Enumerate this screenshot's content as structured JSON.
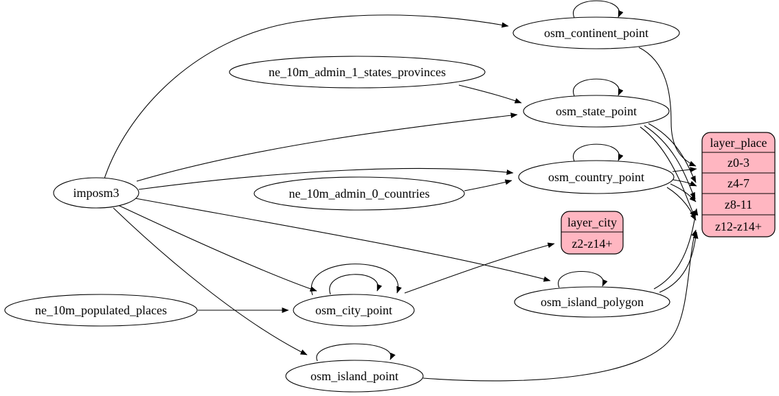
{
  "diagram": {
    "kind": "graphviz-etl-graph",
    "background_color": "#ffffff",
    "node_fill_color": "#ffffff",
    "record_fill_color": "#ffb6c1",
    "edge_color": "#000000"
  },
  "nodes": {
    "imposm3": {
      "label": "imposm3"
    },
    "ne_10m_admin_1_states_provinces": {
      "label": "ne_10m_admin_1_states_provinces"
    },
    "ne_10m_admin_0_countries": {
      "label": "ne_10m_admin_0_countries"
    },
    "ne_10m_populated_places": {
      "label": "ne_10m_populated_places"
    },
    "osm_continent_point": {
      "label": "osm_continent_point"
    },
    "osm_state_point": {
      "label": "osm_state_point"
    },
    "osm_country_point": {
      "label": "osm_country_point"
    },
    "osm_city_point": {
      "label": "osm_city_point"
    },
    "osm_island_polygon": {
      "label": "osm_island_polygon"
    },
    "osm_island_point": {
      "label": "osm_island_point"
    }
  },
  "records": {
    "layer_city": {
      "title": "layer_city",
      "rows": [
        "z2-z14+"
      ]
    },
    "layer_place": {
      "title": "layer_place",
      "rows": [
        "z0-3",
        "z4-7",
        "z8-11",
        "z12-z14+"
      ]
    }
  },
  "edges": [
    {
      "from": "imposm3",
      "to": "osm_continent_point"
    },
    {
      "from": "imposm3",
      "to": "osm_state_point"
    },
    {
      "from": "imposm3",
      "to": "osm_country_point"
    },
    {
      "from": "imposm3",
      "to": "osm_city_point"
    },
    {
      "from": "imposm3",
      "to": "osm_island_polygon"
    },
    {
      "from": "imposm3",
      "to": "osm_island_point"
    },
    {
      "from": "ne_10m_admin_1_states_provinces",
      "to": "osm_state_point"
    },
    {
      "from": "ne_10m_admin_0_countries",
      "to": "osm_country_point"
    },
    {
      "from": "ne_10m_populated_places",
      "to": "osm_city_point"
    },
    {
      "from": "osm_continent_point",
      "to": "osm_continent_point"
    },
    {
      "from": "osm_state_point",
      "to": "osm_state_point"
    },
    {
      "from": "osm_country_point",
      "to": "osm_country_point"
    },
    {
      "from": "osm_city_point",
      "to": "osm_city_point"
    },
    {
      "from": "osm_city_point",
      "to": "osm_city_point"
    },
    {
      "from": "osm_island_polygon",
      "to": "osm_island_polygon"
    },
    {
      "from": "osm_island_point",
      "to": "osm_island_point"
    },
    {
      "from": "osm_continent_point",
      "to": "layer_place.z0-3"
    },
    {
      "from": "osm_country_point",
      "to": "layer_place.z0-3"
    },
    {
      "from": "osm_country_point",
      "to": "layer_place.z4-7"
    },
    {
      "from": "osm_country_point",
      "to": "layer_place.z8-11"
    },
    {
      "from": "osm_country_point",
      "to": "layer_place.z12-z14+"
    },
    {
      "from": "osm_state_point",
      "to": "layer_place.z4-7"
    },
    {
      "from": "osm_state_point",
      "to": "layer_place.z8-11"
    },
    {
      "from": "osm_state_point",
      "to": "layer_place.z12-z14+"
    },
    {
      "from": "osm_island_polygon",
      "to": "layer_place.z8-11"
    },
    {
      "from": "osm_island_polygon",
      "to": "layer_place.z12-z14+"
    },
    {
      "from": "osm_island_point",
      "to": "layer_place.z12-z14+"
    },
    {
      "from": "osm_city_point",
      "to": "layer_city.z2-z14+"
    }
  ]
}
